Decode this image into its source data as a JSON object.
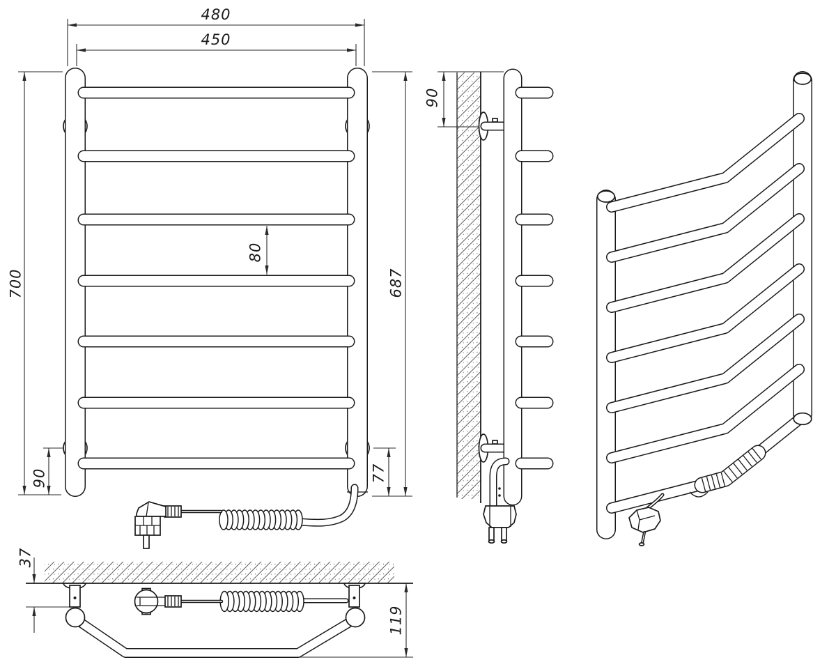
{
  "drawing": {
    "colors": {
      "background": "#ffffff",
      "line": "#1a1a1a",
      "dimension": "#2a2a2a"
    },
    "dims": {
      "overall_width": "480",
      "mounting_width": "450",
      "overall_height": "700",
      "rung_pitch": "80",
      "right_side_height": "687",
      "bracket_to_bottom_left": "90",
      "bracket_to_bottom_right": "77",
      "side_bracket_from_top": "90",
      "wall_clearance": "37",
      "overall_depth": "119"
    }
  }
}
